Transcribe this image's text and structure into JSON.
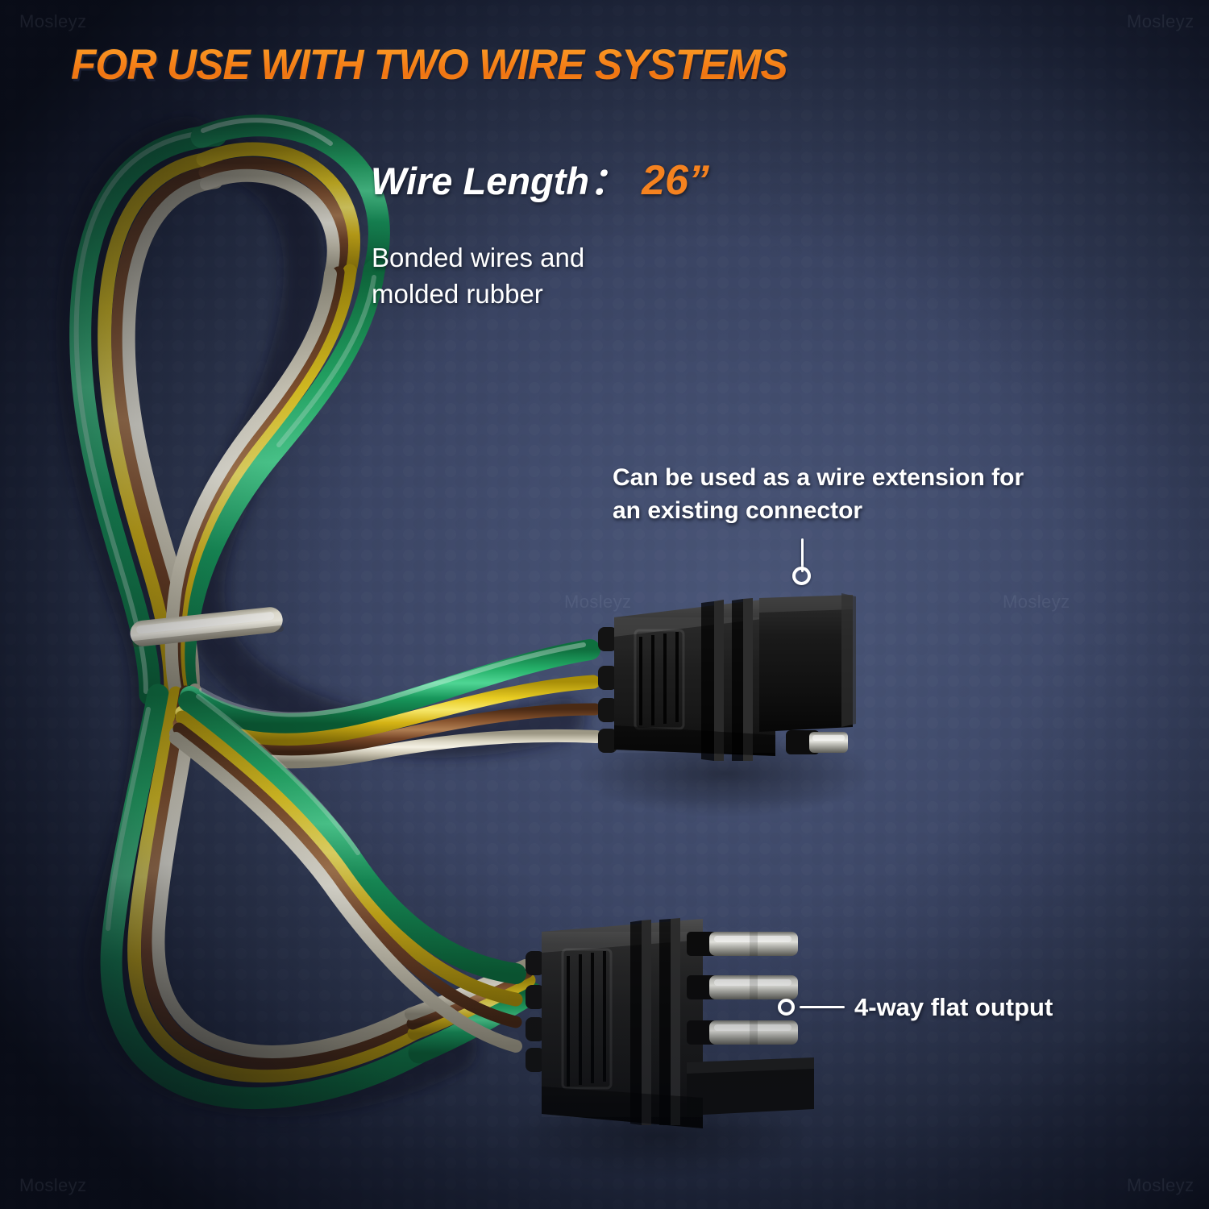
{
  "title": "FOR USE WITH TWO WIRE SYSTEMS",
  "specs": {
    "wire_length_label": "Wire Length：",
    "wire_length_value": "26”",
    "bonded_note": "Bonded wires and\nmolded rubber"
  },
  "callouts": {
    "top": "Can be used as a wire extension for\nan existing connector",
    "bottom": "4-way flat output"
  },
  "watermark": {
    "text": "Mosleyz"
  },
  "colors": {
    "accent_orange": "#f5821f",
    "title_orange_light": "#fca328",
    "title_orange_dark": "#ef7412",
    "text_white": "#ffffff",
    "bg_center": "#4a5678",
    "bg_mid": "#3a4463",
    "bg_edge": "#1b2136",
    "wire_green": "#1a9a58",
    "wire_yellow": "#e2c31c",
    "wire_brown": "#7b4b2a",
    "wire_white": "#ded8c6",
    "connector_black": "#151515",
    "terminal_silver": "#b8b8b4",
    "tie_white": "#e6e2d2"
  },
  "product": {
    "wire_colors": [
      "green",
      "yellow",
      "brown",
      "white"
    ],
    "connector_top": "4-pin flat female socket",
    "connector_bottom": "4-pin flat male plug"
  }
}
